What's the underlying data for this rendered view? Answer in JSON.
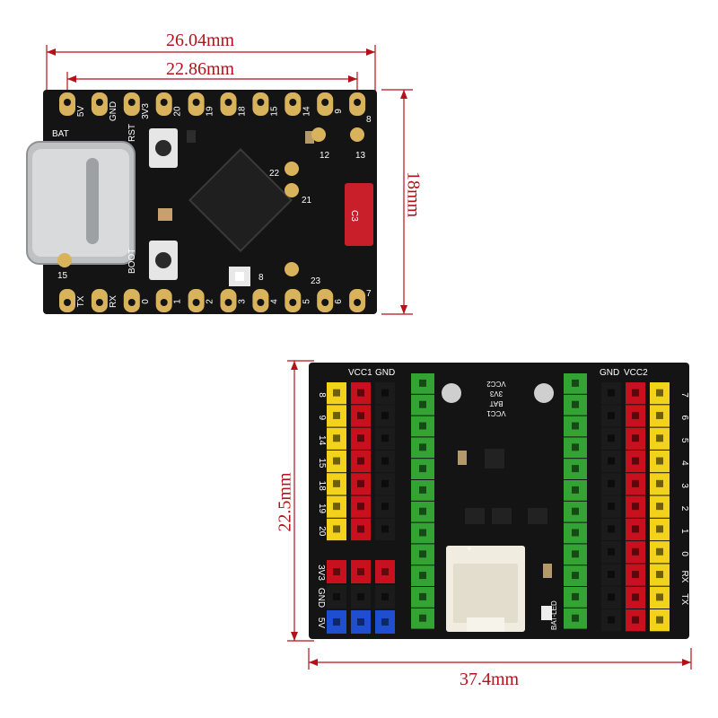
{
  "dimensions": {
    "top_board_width_outer": "26.04mm",
    "top_board_width_inner": "22.86mm",
    "top_board_height": "18mm",
    "bottom_board_height": "22.5mm",
    "bottom_board_width": "37.4mm"
  },
  "board_top": {
    "top_pins": [
      "5V",
      "GND",
      "3V3",
      "20",
      "19",
      "18",
      "15",
      "14",
      "9"
    ],
    "bottom_pins": [
      "TX",
      "RX",
      "0",
      "1",
      "2",
      "3",
      "4",
      "5",
      "6"
    ],
    "labels": {
      "bat": "BAT",
      "rst": "RST",
      "boot": "BOOT",
      "pin_8": "8",
      "pin_7": "7",
      "pin_12": "12",
      "pin_13": "13",
      "pin_22": "22",
      "pin_21": "21",
      "pin_23": "23",
      "pin_15": "15",
      "pin_8b": "8",
      "c3": "C3"
    }
  },
  "board_bottom": {
    "left_labels": [
      "8",
      "9",
      "14",
      "15",
      "18",
      "19",
      "20"
    ],
    "right_labels": [
      "7",
      "6",
      "5",
      "4",
      "3",
      "2",
      "1",
      "0",
      "RX",
      "TX"
    ],
    "header_left": "VCC1",
    "header_left_gnd": "GND",
    "header_right_gnd": "GND",
    "header_right": "VCC2",
    "power_labels": [
      "3V3",
      "GND",
      "5V"
    ],
    "center_labels": [
      "VCC2",
      "3V3",
      "BAT",
      "VCC1"
    ],
    "bat_led": "BAT-LED",
    "plus": "+"
  },
  "colors": {
    "dimension": "#b3121a",
    "board": "#141414",
    "gold": "#d9b25c",
    "yellow": "#f2d21a",
    "red": "#c8101e",
    "black_header": "#1b1b1b",
    "green": "#33a333",
    "blue": "#1f4fd0"
  }
}
